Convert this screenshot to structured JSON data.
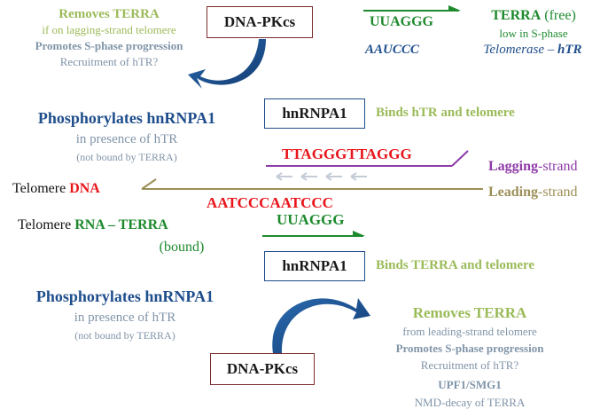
{
  "top_left": {
    "title": "Removes TERRA",
    "line1": "if on lagging-strand telomere",
    "line2": "Promotes S-phase progression",
    "line3": "Recruitment of hTR?"
  },
  "top_box": "DNA-PKcs",
  "top_right": {
    "seq_rna": "UUAGGG",
    "seq_complement": "AAUCCC",
    "terra_word": "TERRA",
    "terra_state": " (free)",
    "low_text": "low in S-phase",
    "telomerase_text": "Telomerase – ",
    "htr_text": "hTR"
  },
  "upper_phospho": {
    "title": "Phosphorylates hnRNPA1",
    "line1": "in presence of hTR",
    "line2": "(not bound by TERRA)"
  },
  "upper_box": "hnRNPA1",
  "upper_binds": "Binds hTR and telomere",
  "middle": {
    "seq_top": "TTAGGGTTAGGG",
    "seq_bottom": "AATCCCAATCCC",
    "seq_rna": "UUAGGG",
    "lagging_word": "Lagging",
    "lagging_rest": "-strand",
    "leading_word": "Leading",
    "leading_rest": "-strand",
    "telomere_prefix": "Telomere ",
    "dna_word": "DNA",
    "rna_prefix": "Telomere ",
    "rna_word": "RNA – TERRA",
    "bound_text": "(bound)"
  },
  "lower_box": "hnRNPA1",
  "lower_binds": "Binds TERRA and telomere",
  "lower_phospho": {
    "title": "Phosphorylates hnRNPA1",
    "line1": "in presence of hTR",
    "line2": "(not bound by TERRA)"
  },
  "bottom_box": "DNA-PKcs",
  "bottom_right": {
    "title": "Removes TERRA",
    "line1": "from leading-strand telomere",
    "line2": "Promotes S-phase progression",
    "line3": "Recruitment of hTR?",
    "line4": "UPF1/SMG1",
    "line5": "NMD-decay of TERRA"
  },
  "colors": {
    "light_green": "#9bbb59",
    "dark_green": "#1e8a2e",
    "dark_blue": "#1f4e8c",
    "grey_blue": "#8094a8",
    "red": "#e8151b",
    "purple": "#8e3aa8",
    "olive": "#9c8f57",
    "box_border_red": "#7b2d2d"
  }
}
